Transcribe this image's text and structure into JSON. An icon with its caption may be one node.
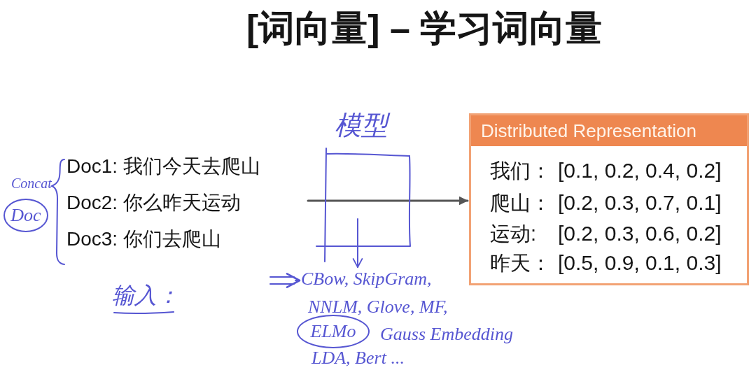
{
  "diagram": {
    "title": "[词向量] – 学习词向量",
    "nodes": [
      {
        "text": [
          "模型"
        ]
      },
      {
        "text": [
          "Distributed Representation",
          "我们：",
          "[0.1, 0.2, 0.4, 0.2]",
          "爬山：",
          "[0.2, 0.3, 0.7, 0.1]",
          "运动:",
          "[0.2, 0.3, 0.6, 0.2]",
          "昨天：",
          "[0.5, 0.9, 0.1, 0.3]"
        ]
      },
      {
        "text": [
          "Doc"
        ],
        "beside": [
          "Concat"
        ]
      },
      {
        "text": [
          "CBow, SkipGram,"
        ]
      },
      {
        "text": [
          "ELMo"
        ]
      }
    ],
    "edges": [
      {
        "from": 0,
        "to": 1,
        "arrow": "to",
        "color": "#555555"
      },
      {
        "from": 0,
        "to": 3,
        "arrow": "to"
      },
      {
        "from": null,
        "to": 3,
        "arrow": "to"
      }
    ],
    "labels": [
      "Doc1: 我们今天去爬山",
      "Doc2: 你么昨天运动",
      "Doc3: 你们去爬山",
      "输入：",
      "NNLM, Glove, MF,",
      "Gauss Embedding",
      "LDA, Bert ..."
    ]
  }
}
